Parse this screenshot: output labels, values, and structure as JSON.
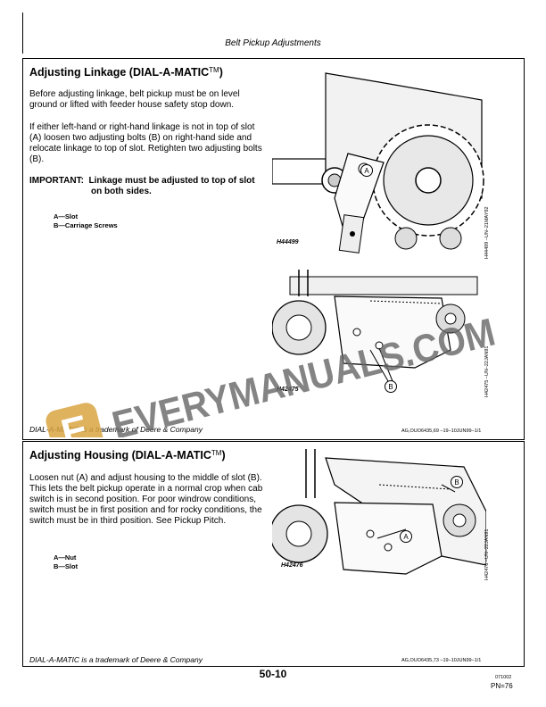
{
  "header": {
    "title": "Belt Pickup Adjustments"
  },
  "section1": {
    "title": "Adjusting Linkage (DIAL-A-MATIC",
    "title_mark": "TM",
    "title_close": ")",
    "para1": "Before adjusting linkage, belt pickup must be on level ground or lifted with feeder house safety stop down.",
    "para2": "If either left-hand or right-hand linkage is not in top of slot (A) loosen two adjusting bolts (B) on right-hand side and relocate linkage to top of slot. Retighten two adjusting bolts (B).",
    "important_label": "IMPORTANT:",
    "important_text1": "Linkage must be adjusted to top of slot",
    "important_text2": "on both sides.",
    "legend": [
      "A—Slot",
      "B—Carriage Screws"
    ],
    "fig1_label": "H44499",
    "fig1_code": "H44499 –UN–21MAY92",
    "fig2_label": "H42475",
    "fig2_code": "H42475 –UN–22JAN91",
    "callout_a": "A",
    "callout_b": "B",
    "footnote": "DIAL-A-MATIC is a trademark of Deere & Company",
    "docref": "AG,OUO6435,69 –19–10JUN99–1/1"
  },
  "section2": {
    "title": "Adjusting Housing (DIAL-A-MATIC",
    "title_mark": "TM",
    "title_close": ")",
    "para1": "Loosen nut (A) and adjust housing to the middle of slot (B). This lets the belt pickup operate in a normal crop when cab switch is in second position. For poor windrow conditions, switch must be in first position and for rocky conditions, the switch must be in third position. See Pickup Pitch.",
    "legend": [
      "A—Nut",
      "B—Slot"
    ],
    "fig3_label": "H42476",
    "fig3_code": "H42476 –UN–22JAN91",
    "callout_a": "A",
    "callout_b": "B",
    "footnote": "DIAL-A-MATIC is a trademark of Deere & Company",
    "docref": "AG,OUO6435,73 –19–10JUN99–1/1"
  },
  "footer": {
    "page": "50-10",
    "code": "071002",
    "pn": "PN=76"
  },
  "watermark": {
    "letter": "E",
    "text": "EVERYMANUALS.COM"
  }
}
